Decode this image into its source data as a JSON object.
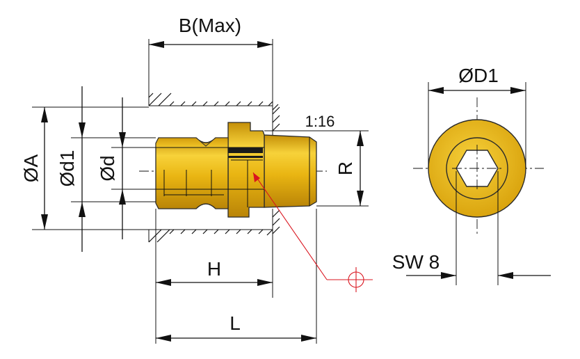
{
  "labels": {
    "b_max": "B(Max)",
    "dia_a": "ØA",
    "dia_d1": "Ød1",
    "dia_d": "Ød",
    "taper": "1:16",
    "r": "R",
    "dia_big_d1": "ØD1",
    "sw": "SW 8",
    "h": "H",
    "l": "L"
  },
  "colors": {
    "brass_light": "#f7d23a",
    "brass_mid": "#e7b10f",
    "brass_dark": "#b98407",
    "line": "#111111",
    "leader": "#d9141e"
  }
}
